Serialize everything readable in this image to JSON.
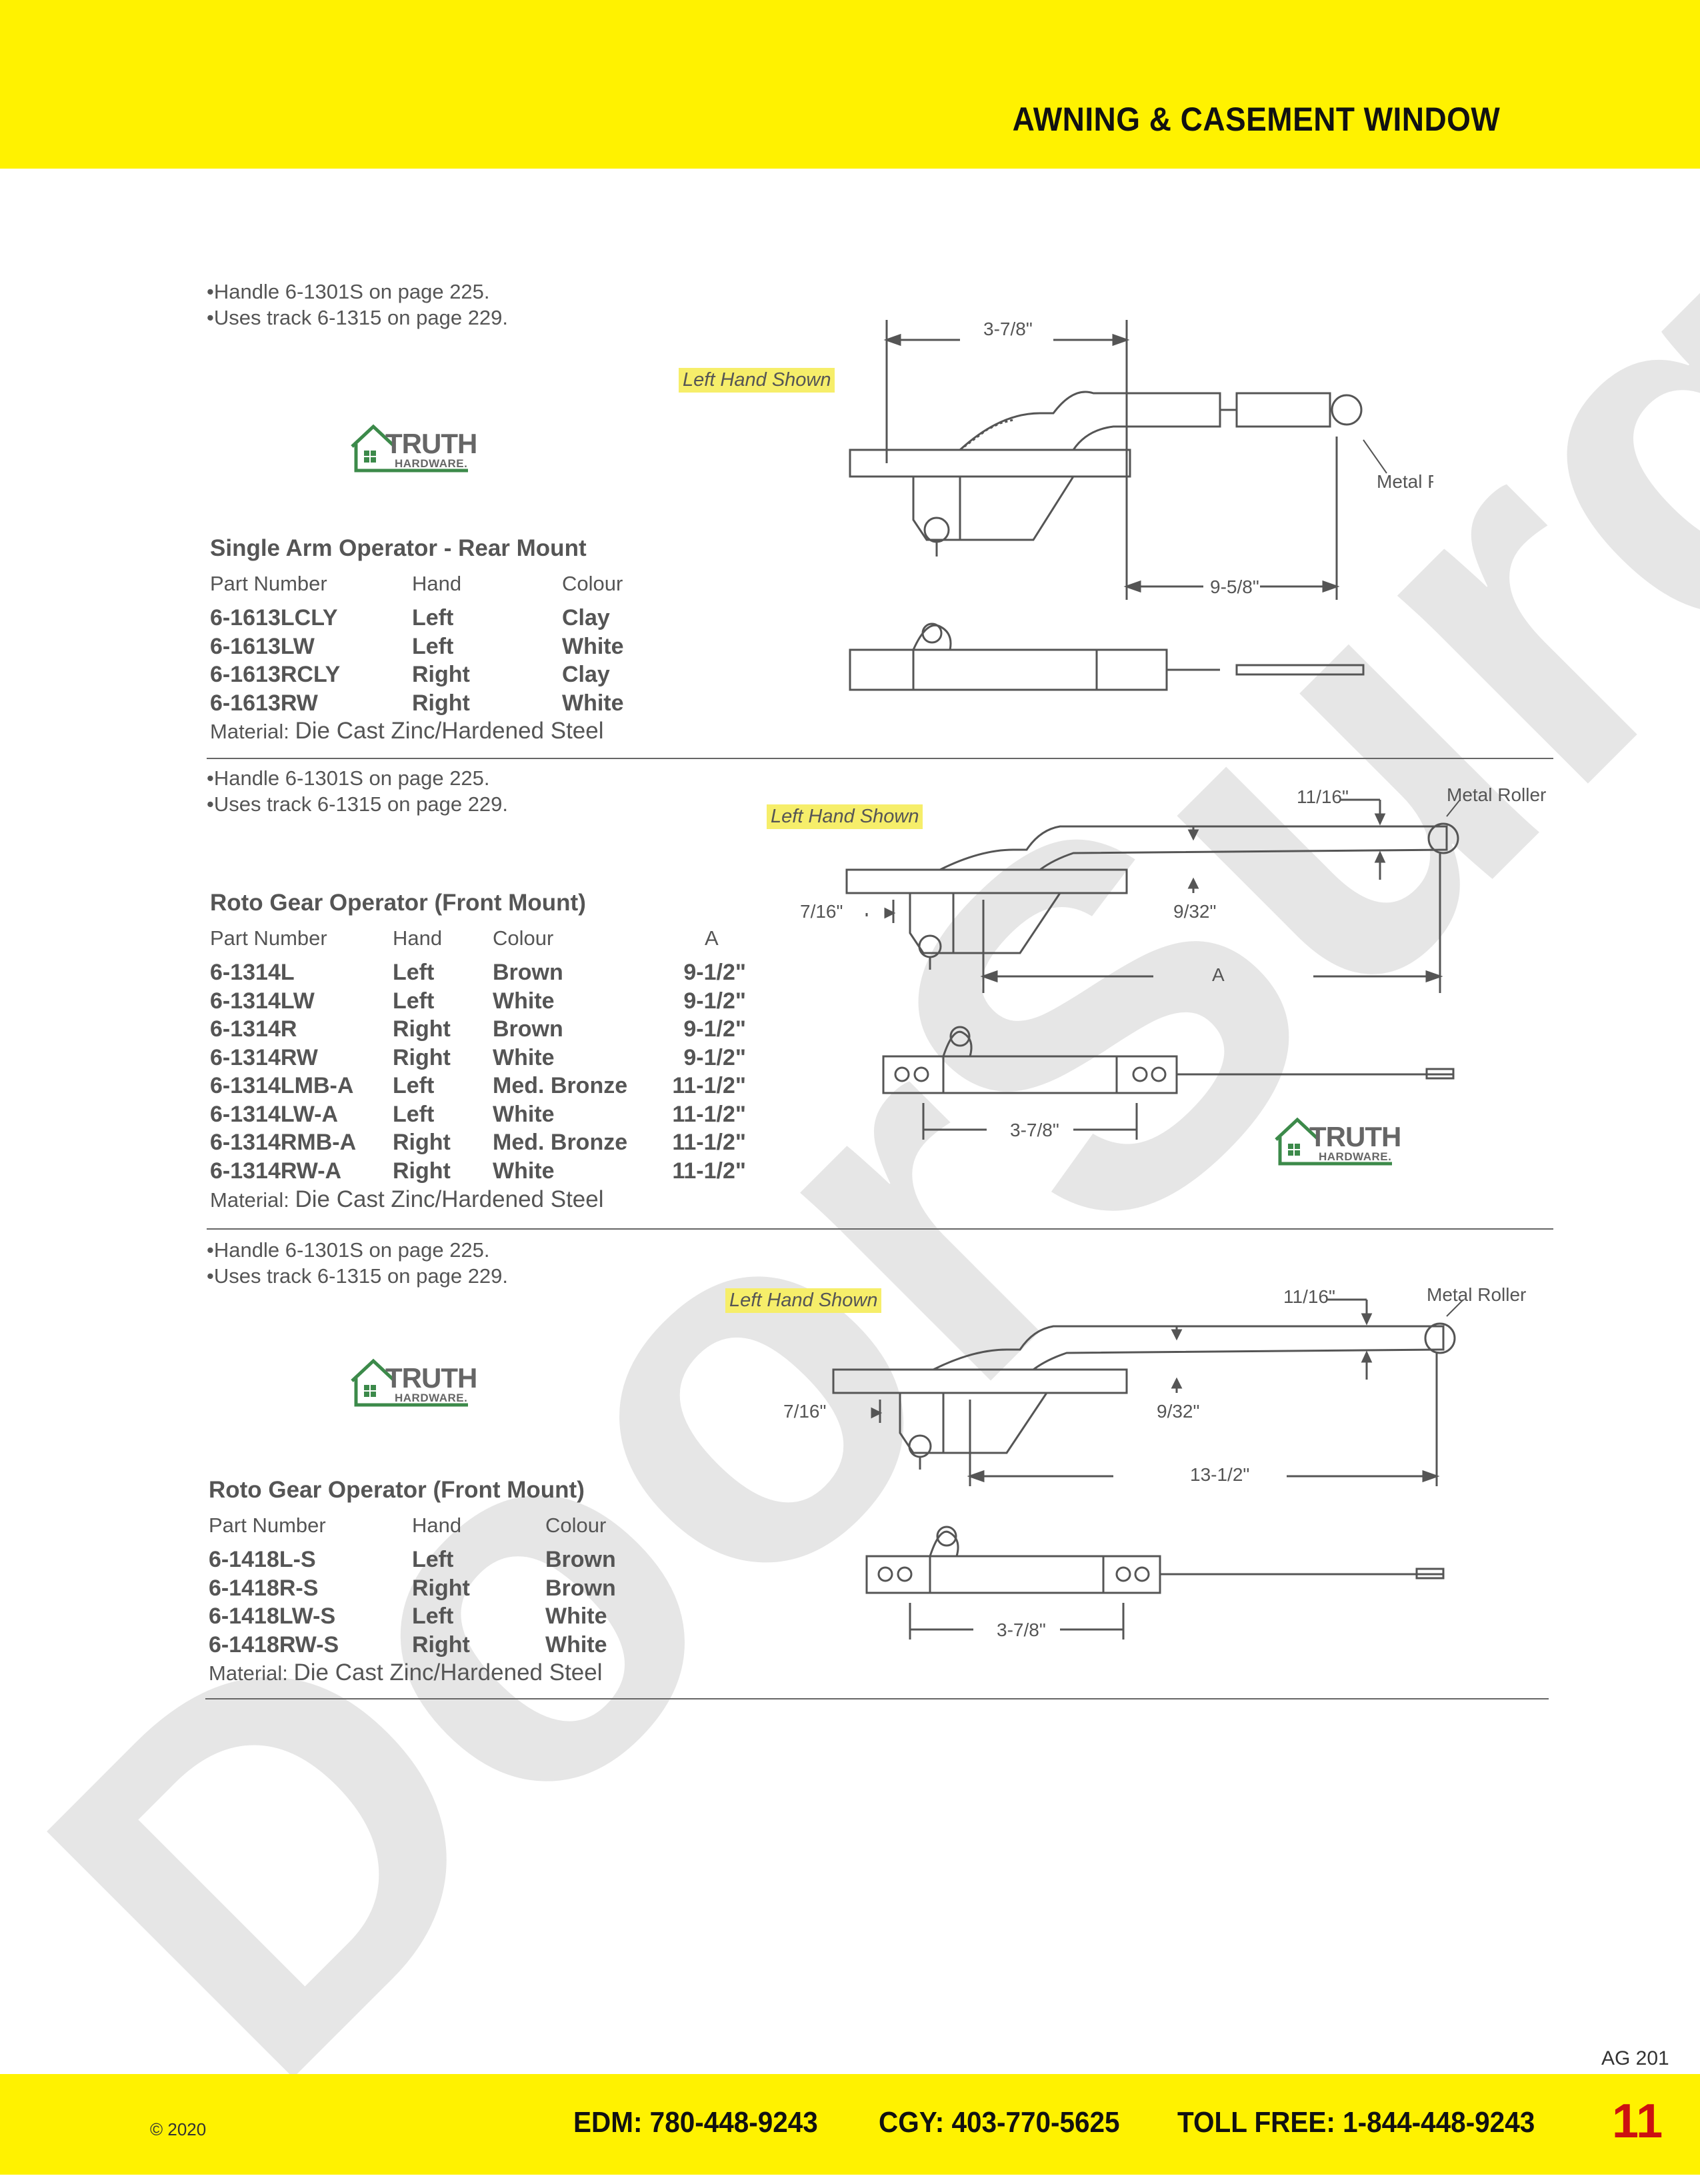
{
  "header": {
    "title": "AWNING & CASEMENT WINDOW"
  },
  "watermark": {
    "text": "DoorSurgeon.com"
  },
  "logo": {
    "line1": "TRUTH",
    "line2": "HARDWARE."
  },
  "sections": [
    {
      "notes": [
        "•Handle 6-1301S on page 225.",
        "•Uses track 6-1315 on page 229."
      ],
      "title": "Single Arm Operator - Rear Mount",
      "columns": [
        "Part Number",
        "Hand",
        "Colour"
      ],
      "rows": [
        [
          "6-1613LCLY",
          "Left",
          "Clay"
        ],
        [
          "6-1613LW",
          "Left",
          "White"
        ],
        [
          "6-1613RCLY",
          "Right",
          "Clay"
        ],
        [
          "6-1613RW",
          "Right",
          "White"
        ]
      ],
      "material_label": "Material:",
      "material_value": "Die Cast Zinc/Hardened Steel",
      "highlight": "Left Hand Shown",
      "dims": {
        "d1": "3-7/8\"",
        "d2": "9-5/8\"",
        "roller": "Metal Roller"
      }
    },
    {
      "notes": [
        "•Handle 6-1301S on page 225.",
        "•Uses track 6-1315 on page 229."
      ],
      "title": "Roto Gear Operator (Front Mount)",
      "columns": [
        "Part Number",
        "Hand",
        "Colour",
        "A"
      ],
      "rows": [
        [
          "6-1314L",
          "Left",
          "Brown",
          "9-1/2\""
        ],
        [
          "6-1314LW",
          "Left",
          "White",
          "9-1/2\""
        ],
        [
          "6-1314R",
          "Right",
          "Brown",
          "9-1/2\""
        ],
        [
          "6-1314RW",
          "Right",
          "White",
          "9-1/2\""
        ],
        [
          "6-1314LMB-A",
          "Left",
          "Med. Bronze",
          "11-1/2\""
        ],
        [
          "6-1314LW-A",
          "Left",
          "White",
          "11-1/2\""
        ],
        [
          "6-1314RMB-A",
          "Right",
          "Med. Bronze",
          "11-1/2\""
        ],
        [
          "6-1314RW-A",
          "Right",
          "White",
          "11-1/2\""
        ]
      ],
      "material_label": "Material:",
      "material_value": "Die Cast Zinc/Hardened Steel",
      "highlight": "Left Hand Shown",
      "dims": {
        "d1": "11/16\"",
        "d2": "9/32\"",
        "d3": "7/16\"",
        "d4": "A",
        "d5": "3-7/8\"",
        "roller": "Metal Roller"
      }
    },
    {
      "notes": [
        "•Handle 6-1301S on page 225.",
        "•Uses track 6-1315 on page 229."
      ],
      "title": "Roto Gear Operator (Front Mount)",
      "columns": [
        "Part Number",
        "Hand",
        "Colour"
      ],
      "rows": [
        [
          "6-1418L-S",
          "Left",
          "Brown"
        ],
        [
          "6-1418R-S",
          "Right",
          "Brown"
        ],
        [
          "6-1418LW-S",
          "Left",
          "White"
        ],
        [
          "6-1418RW-S",
          "Right",
          "White"
        ]
      ],
      "material_label": "Material:",
      "material_value": "Die Cast Zinc/Hardened Steel",
      "highlight": "Left Hand Shown",
      "dims": {
        "d1": "11/16\"",
        "d2": "9/32\"",
        "d3": "7/16\"",
        "d4": "13-1/2\"",
        "d5": "3-7/8\"",
        "roller": "Metal Roller"
      }
    }
  ],
  "footer": {
    "copyright": "© 2020",
    "edm": "EDM: 780-448-9243",
    "cgy": "CGY: 403-770-5625",
    "tollfree": "TOLL FREE: 1-844-448-9243",
    "page_number": "11",
    "page_code": "AG 201"
  }
}
